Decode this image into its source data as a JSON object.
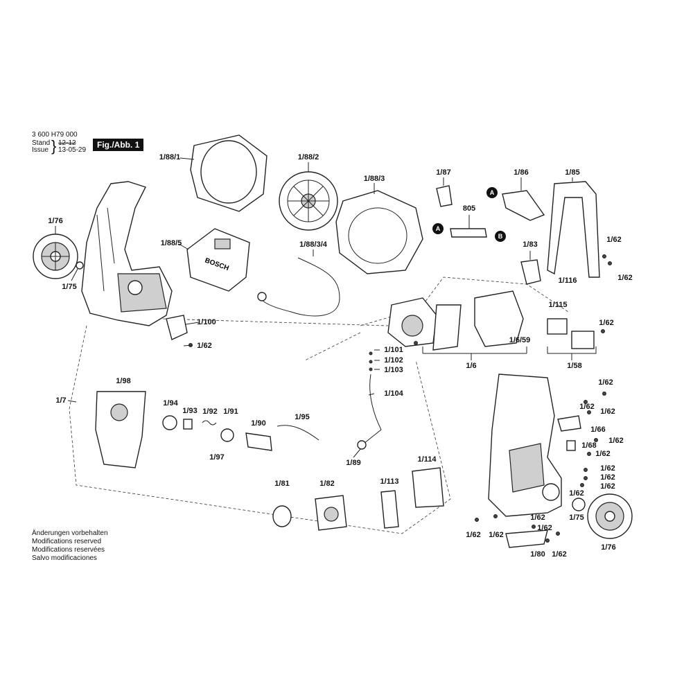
{
  "header": {
    "doc_number": "3 600 H79 000",
    "stand_label": "Stand",
    "issue_label": "Issue",
    "brace": "}",
    "old_date": "12-12",
    "new_date": "13-05-29",
    "fig_label": "Fig./Abb. 1"
  },
  "notes": [
    "Änderungen vorbehalten",
    "Modifications reserved",
    "Modifications reservées",
    "Salvo modificaciones"
  ],
  "brand_text": "BOSCH",
  "connector_markers": [
    "A",
    "A",
    "B"
  ],
  "part_labels": [
    "1/88/1",
    "1/88/2",
    "1/88/3",
    "1/87",
    "1/86",
    "1/85",
    "805",
    "1/76",
    "1/75",
    "1/88/5",
    "1/88/3/4",
    "1/83",
    "1/62",
    "1/62",
    "1/116",
    "1/115",
    "1/100",
    "1/62",
    "1/62",
    "1/6/59",
    "1/101",
    "1/102",
    "1/103",
    "1/6",
    "1/58",
    "1/104",
    "1/7",
    "1/98",
    "1/94",
    "1/93",
    "1/92",
    "1/91",
    "1/90",
    "1/95",
    "1/97",
    "1/89",
    "1/62",
    "1/62",
    "1/62",
    "1/66",
    "1/62",
    "1/68",
    "1/62",
    "1/62",
    "1/62",
    "1/62",
    "1/114",
    "1/81",
    "1/82",
    "1/113",
    "1/62",
    "1/62",
    "1/75",
    "1/62",
    "1/62",
    "1/62",
    "1/76",
    "1/80",
    "1/62"
  ]
}
